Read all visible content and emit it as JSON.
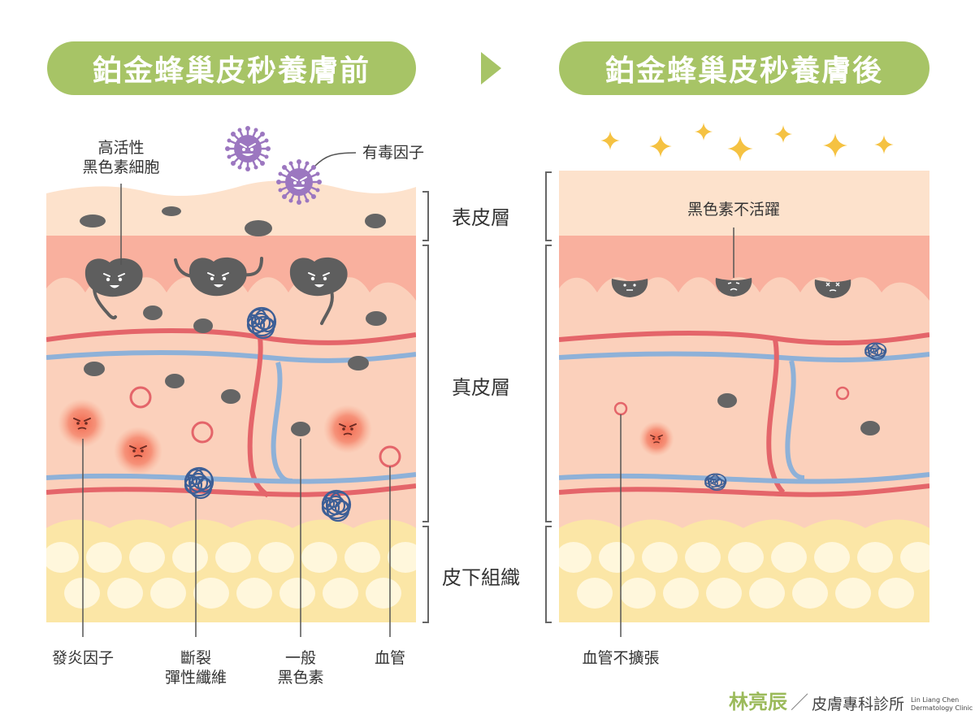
{
  "headers": {
    "before": "鉑金蜂巢皮秒養膚前",
    "after": "鉑金蜂巢皮秒養膚後"
  },
  "layers": {
    "epidermis": "表皮層",
    "dermis": "真皮層",
    "subcutaneous": "皮下組織"
  },
  "labels_before": {
    "active_melanocyte_line1": "高活性",
    "active_melanocyte_line2": "黑色素細胞",
    "toxic_factor": "有毒因子",
    "inflammatory_factor": "發炎因子",
    "broken_elastic_line1": "斷裂",
    "broken_elastic_line2": "彈性纖維",
    "normal_melanin_line1": "一般",
    "normal_melanin_line2": "黑色素",
    "blood_vessel": "血管"
  },
  "labels_after": {
    "inactive_melanin": "黑色素不活躍",
    "vessel_not_dilated": "血管不擴張"
  },
  "brand": {
    "name": "林亮辰",
    "slash": "／",
    "clinic": "皮膚專科診所",
    "en_line1": "Lin Liang Chen",
    "en_line2": "Dermatology Clinic"
  },
  "colors": {
    "header_green": "#a7c466",
    "epidermis": "#fde2cc",
    "dermis_band": "#f9b09e",
    "dermis": "#fbd0bb",
    "fat": "#fbe6a6",
    "fat_cell": "#fff7dc",
    "artery": "#e4656a",
    "vein": "#8eb1d8",
    "melanin": "#656565",
    "virus": "#9c77c0",
    "inflammation": "#f26e55",
    "collagen": "#3d5f96",
    "sparkle": "#f5c242"
  },
  "icons": [
    "arrow-right-icon",
    "virus-icon",
    "melanocyte-icon",
    "inflammation-icon",
    "collagen-tangle-icon",
    "sparkle-icon",
    "bracket-icon"
  ]
}
